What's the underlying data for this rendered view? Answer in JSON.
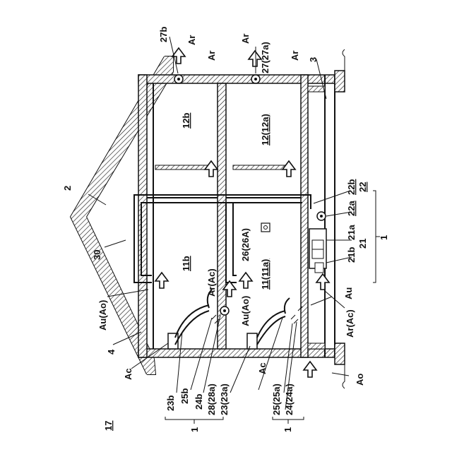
{
  "labels": {
    "fig": "17",
    "r_27b": "27b",
    "r_27": "27(27a)",
    "r_3": "3",
    "r_2": "2",
    "r_12b": "12b",
    "r_12": "12(12a)",
    "r_30": "30",
    "r_11b": "11b",
    "r_11": "11(11a)",
    "r_26": "26(26A)",
    "r_22": "22",
    "r_22a": "22a",
    "r_22b": "22b",
    "r_21": "21",
    "r_21a": "21a",
    "r_21b": "21b",
    "r_1_right": "1",
    "r_4": "4",
    "r_ac_a": "Ac",
    "r_ac_b": "Ac",
    "r_23b": "23b",
    "r_25b": "25b",
    "r_24b": "24b",
    "r_28": "28(28a)",
    "r_23": "23(23a)",
    "r_25": "25(25a)",
    "r_24": "24(24a)",
    "r_1_left": "1",
    "r_1_left2": "1",
    "a_ar1": "Ar",
    "a_ar2": "Ar",
    "a_ar3": "Ar",
    "a_ar4": "Ar",
    "a_arac1": "Ar(Ac)",
    "a_arac2": "Ar(Ac)",
    "a_auao1": "Au(Ao)",
    "a_auao2": "Au(Ao)",
    "a_au": "Au",
    "a_ao": "Ao"
  }
}
